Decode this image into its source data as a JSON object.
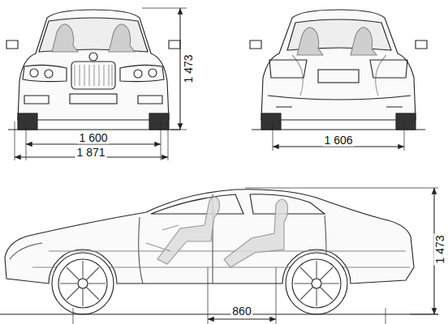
{
  "diagram": {
    "labels": [
      "1 473",
      "1 600",
      "1 871",
      "1 606",
      "1 473",
      "860"
    ]
  }
}
